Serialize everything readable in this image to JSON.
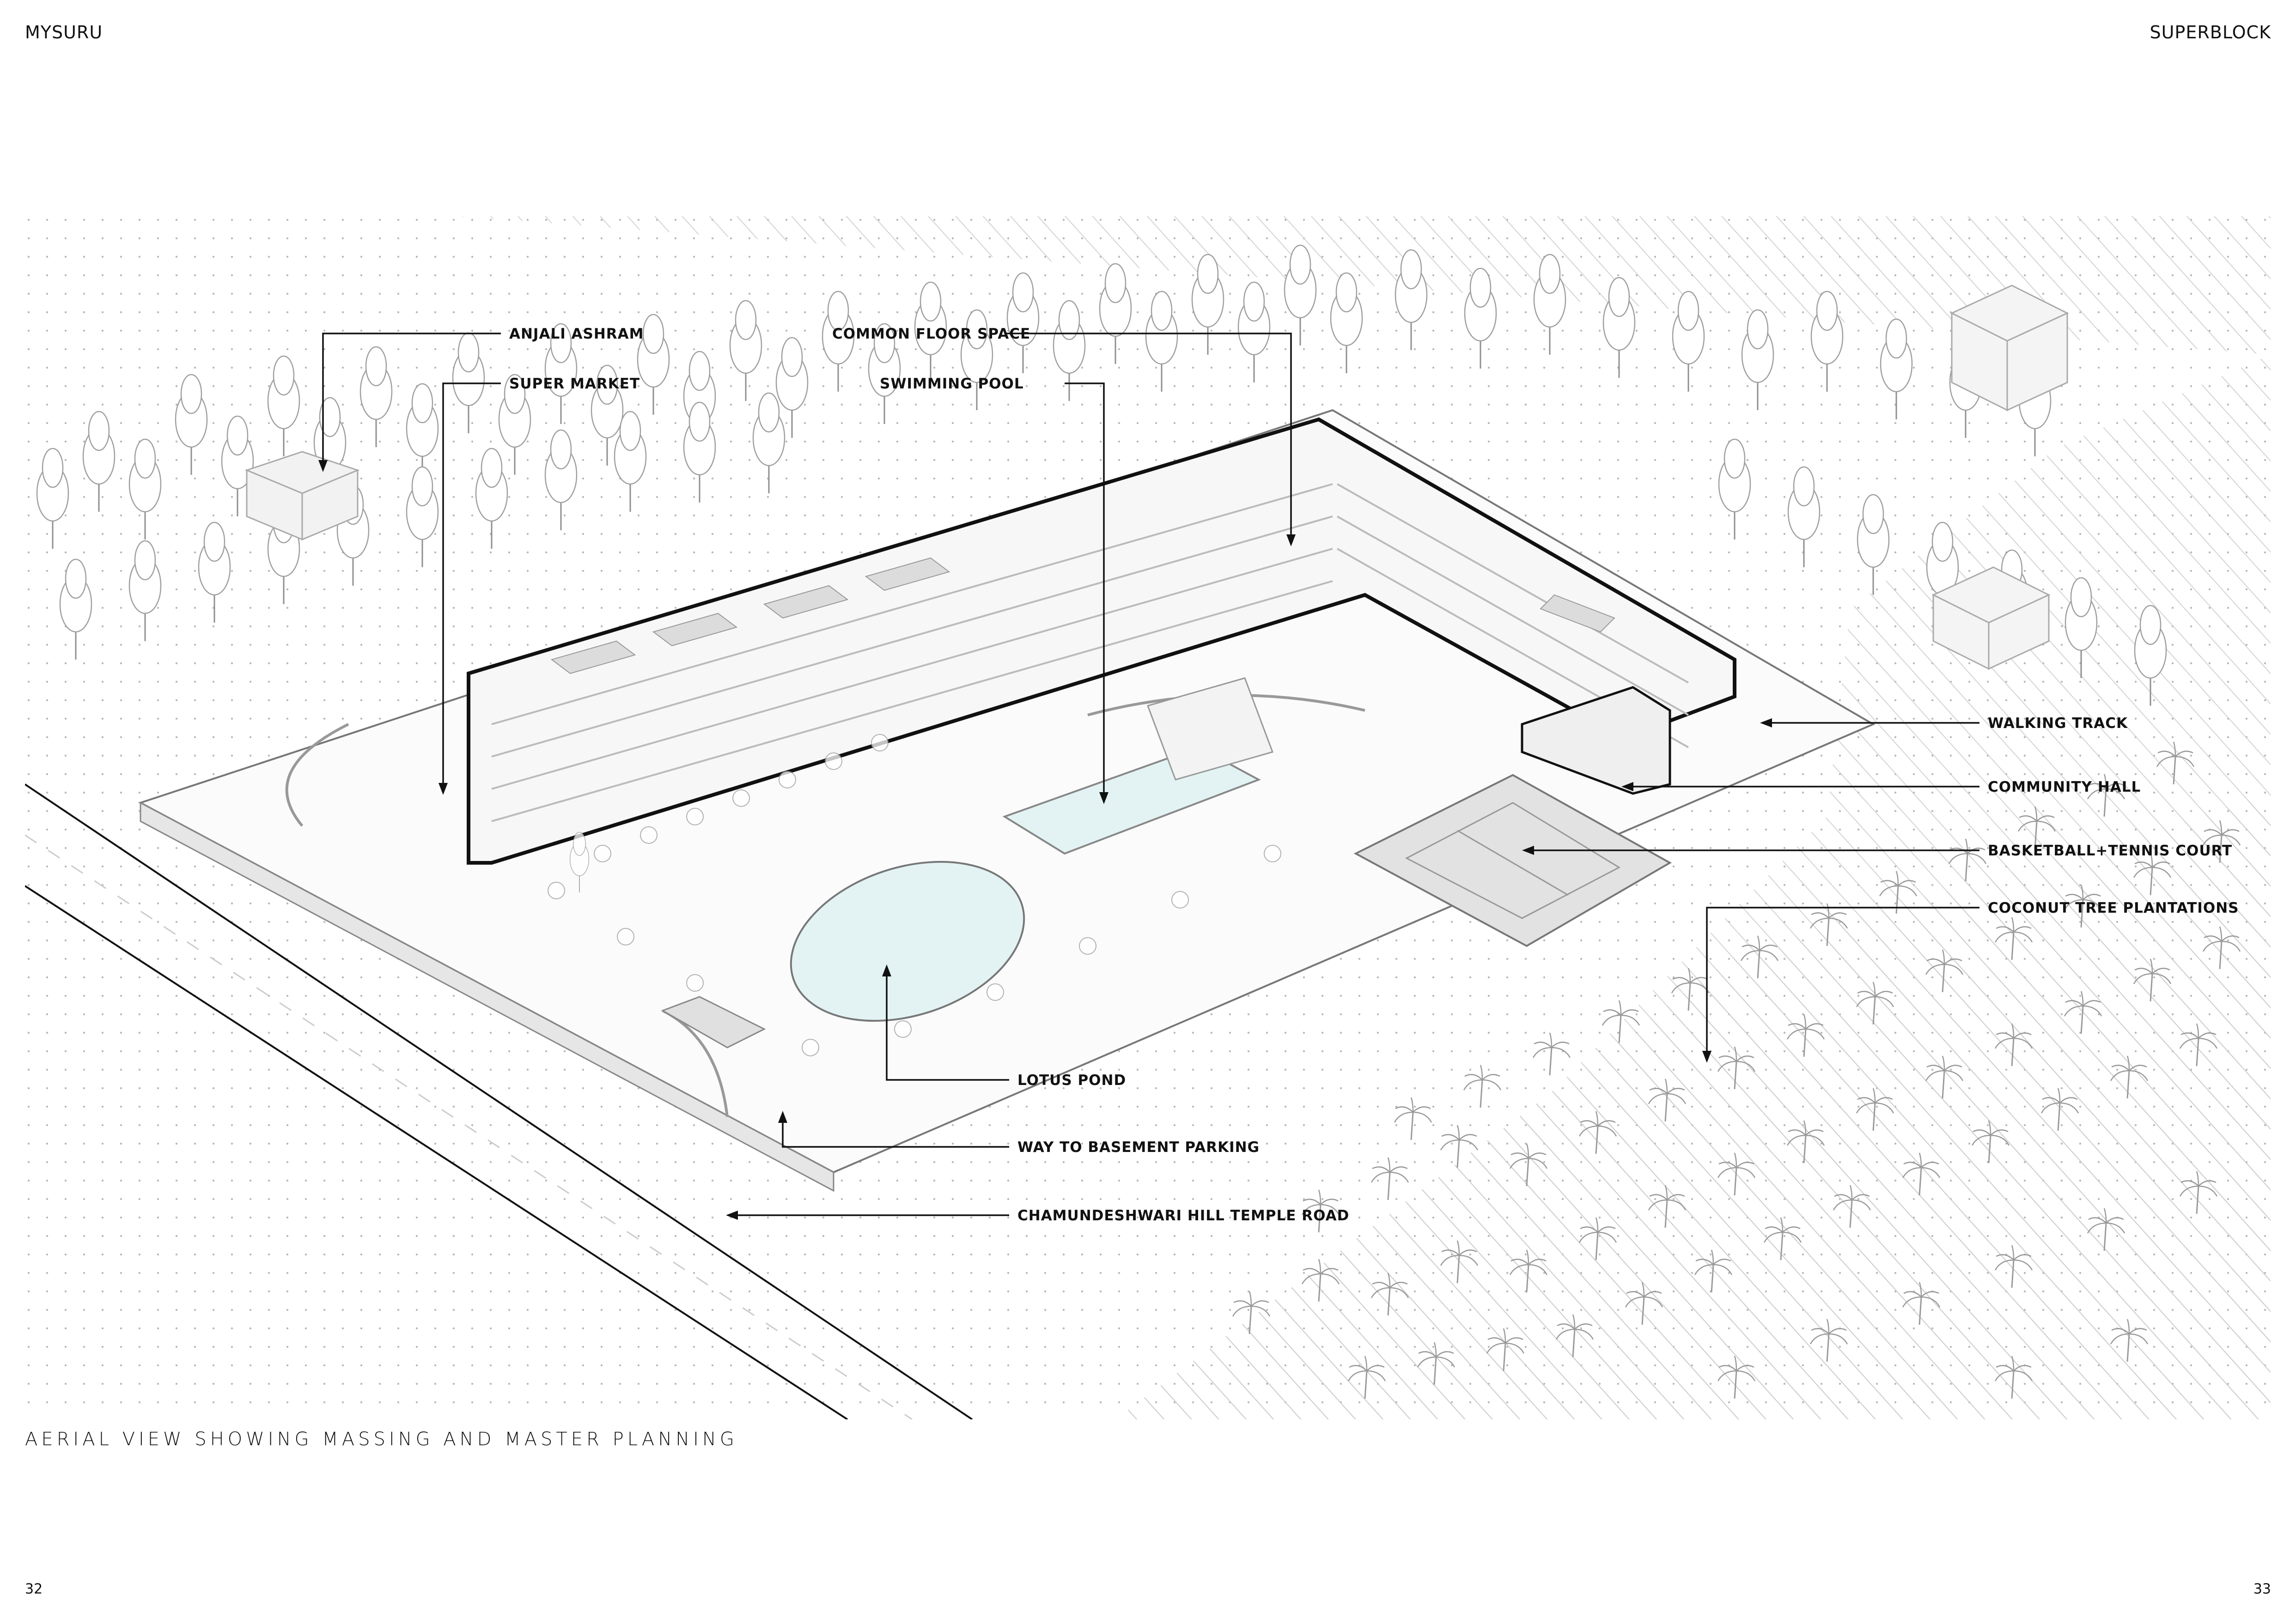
{
  "header": {
    "left": "MYSURU",
    "right": "SUPERBLOCK"
  },
  "caption": "AERIAL VIEW SHOWING MASSING AND MASTER PLANNING",
  "page_numbers": {
    "left": "32",
    "right": "33"
  },
  "labels": {
    "anjali_ashram": "ANJALI ASHRAM",
    "super_market": "SUPER MARKET",
    "common_floor_space": "COMMON FLOOR SPACE",
    "swimming_pool": "SWIMMING POOL",
    "walking_track": "WALKING TRACK",
    "community_hall": "COMMUNITY HALL",
    "basketball_tennis": "BASKETBALL+TENNIS COURT",
    "coconut_plantations": "COCONUT TREE PLANTATIONS",
    "lotus_pond": "LOTUS POND",
    "basement_parking": "WAY TO BASEMENT PARKING",
    "temple_road": "CHAMUNDESHWARI HILL TEMPLE ROAD"
  },
  "colors": {
    "ink": "#111111",
    "light_line": "#c8c8c8",
    "water": "#e3f3f3",
    "court": "#e2e2e2"
  }
}
